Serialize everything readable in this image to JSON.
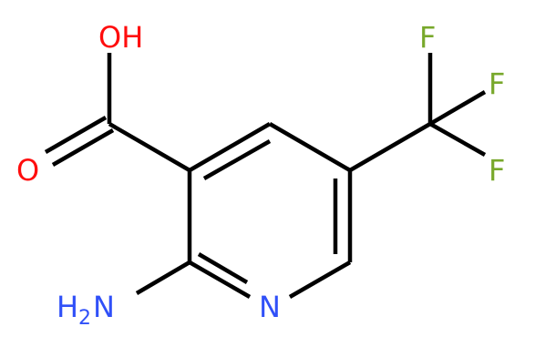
{
  "molecule": {
    "atom_labels": {
      "hydroxyl": "OH",
      "carbonyl_oxygen": "O",
      "amine_h": "H",
      "amine_subscript": "2",
      "amine_n": "N",
      "ring_nitrogen": "N",
      "fluorine_top": "F",
      "fluorine_right": "F",
      "fluorine_bottom": "F"
    },
    "colors": {
      "bond": "#000000",
      "oxygen": "#ff0d0d",
      "nitrogen": "#3050f8",
      "fluorine": "#78a82b"
    }
  }
}
